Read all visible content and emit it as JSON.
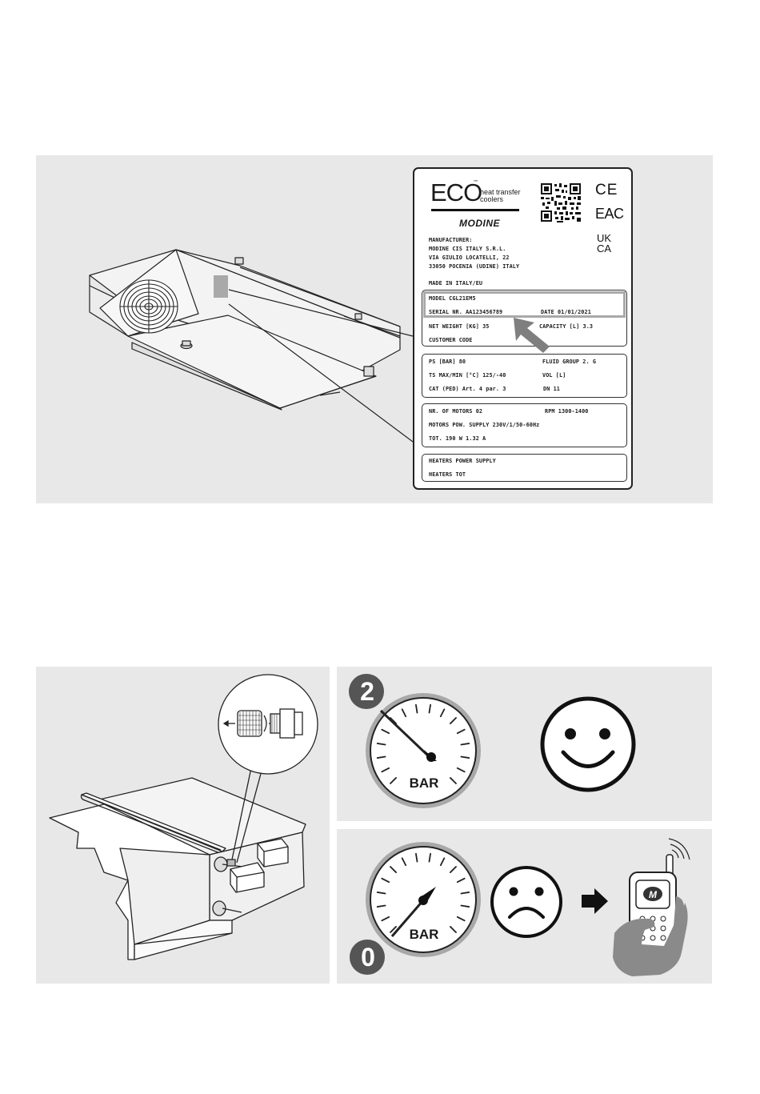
{
  "nameplate": {
    "brand": "ECO",
    "tm": "™",
    "tagline_1": "heat transfer",
    "tagline_2": "coolers",
    "manufacturer_logo": "MODINE",
    "marks": [
      "CE",
      "EAC",
      "UK",
      "CA"
    ],
    "manufacturer_lines": [
      "MANUFACTURER:",
      "MODINE CIS ITALY S.R.L.",
      "VIA GIULIO LOCATELLI, 22",
      "33050 POCENIA (UDINE) ITALY"
    ],
    "made_in": "MADE IN ITALY/EU",
    "model": "MODEL  CGL21EM5",
    "serial": "SERIAL NR.  AA123456789",
    "date": "DATE  01/01/2021",
    "net_weight": "NET WEIGHT [KG]   35",
    "capacity": "CAPACITY [L]   3.3",
    "customer_code": "CUSTOMER CODE",
    "ps": "PS [BAR]  80",
    "fluid_group": "FLUID GROUP   2. G",
    "ts": "TS MAX/MIN [°C]   125/-40",
    "vol": "VOL [L]",
    "cat": "CAT (PED)  Art. 4 par. 3",
    "dn": "DN 11",
    "motors": "NR. OF MOTORS   02",
    "rpm": "RPM 1300-1400",
    "motors_power": "MOTORS POW. SUPPLY     230V/1/50-60Hz",
    "tot": "TOT.   190 W 1.32 A",
    "heaters_power": "HEATERS POWER SUPPLY",
    "heaters_tot": "HEATERS TOT"
  },
  "gauges": {
    "ok_number": "2",
    "bad_number": "0",
    "unit": "BAR"
  },
  "icons": {
    "qr": "qr-code-icon",
    "fan": "fan-icon",
    "happy": "happy-face-icon",
    "sad": "sad-face-icon",
    "arrow": "arrow-right-icon",
    "phone": "phone-call-icon",
    "valve": "schrader-valve-icon"
  },
  "colors": {
    "panel": "#e8e8e8",
    "highlight": "#a9a9a9",
    "arrow": "#7f7f7f",
    "gauge_rim": "#a8a8a8",
    "ink": "#1a1a1a"
  }
}
